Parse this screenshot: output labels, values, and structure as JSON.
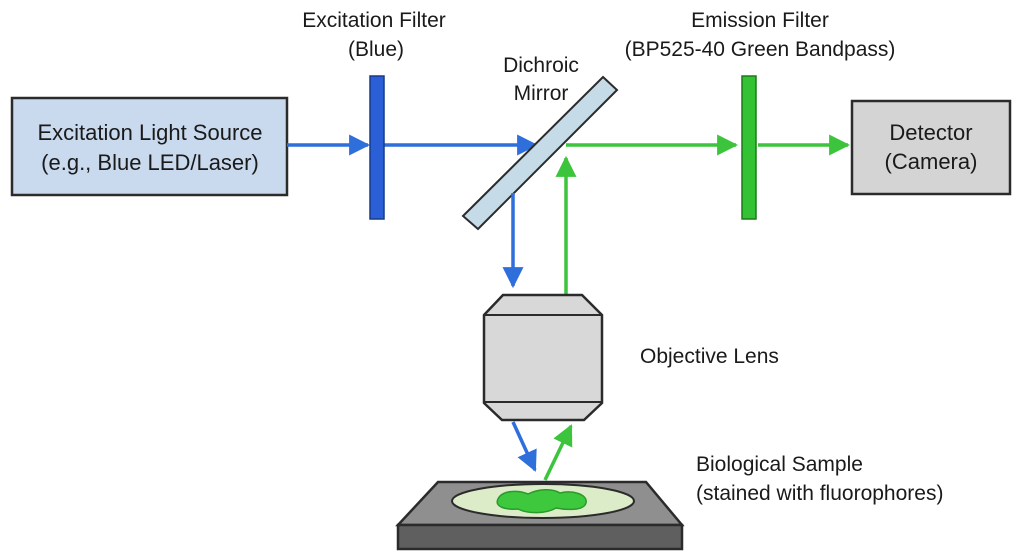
{
  "source": {
    "line1": "Excitation Light Source",
    "line2": "(e.g., Blue LED/Laser)"
  },
  "excitation_filter": {
    "line1": "Excitation Filter",
    "line2": "(Blue)"
  },
  "dichroic": {
    "line1": "Dichroic",
    "line2": "Mirror"
  },
  "emission_filter": {
    "line1": "Emission Filter",
    "line2": "(BP525-40 Green Bandpass)"
  },
  "detector": {
    "line1": "Detector",
    "line2": "(Camera)"
  },
  "objective": {
    "label": "Objective Lens"
  },
  "sample": {
    "line1": "Biological Sample",
    "line2": "(stained with fluorophores)"
  },
  "colors": {
    "excitation_beam": "#2f6fdc",
    "emission_beam": "#3cc43c",
    "excitation_filter": "#2a5fd6",
    "emission_filter": "#33c233",
    "source_fill": "#c9d9ee",
    "detector_fill": "#d4d4d4",
    "mirror_fill": "#c6dbe8",
    "objective_fill": "#d8d8d8",
    "stage_top": "#8f8f8f",
    "stage_side": "#5f5f5f",
    "slide_fill": "#dcebc8",
    "specimen": "#3dc83d"
  }
}
